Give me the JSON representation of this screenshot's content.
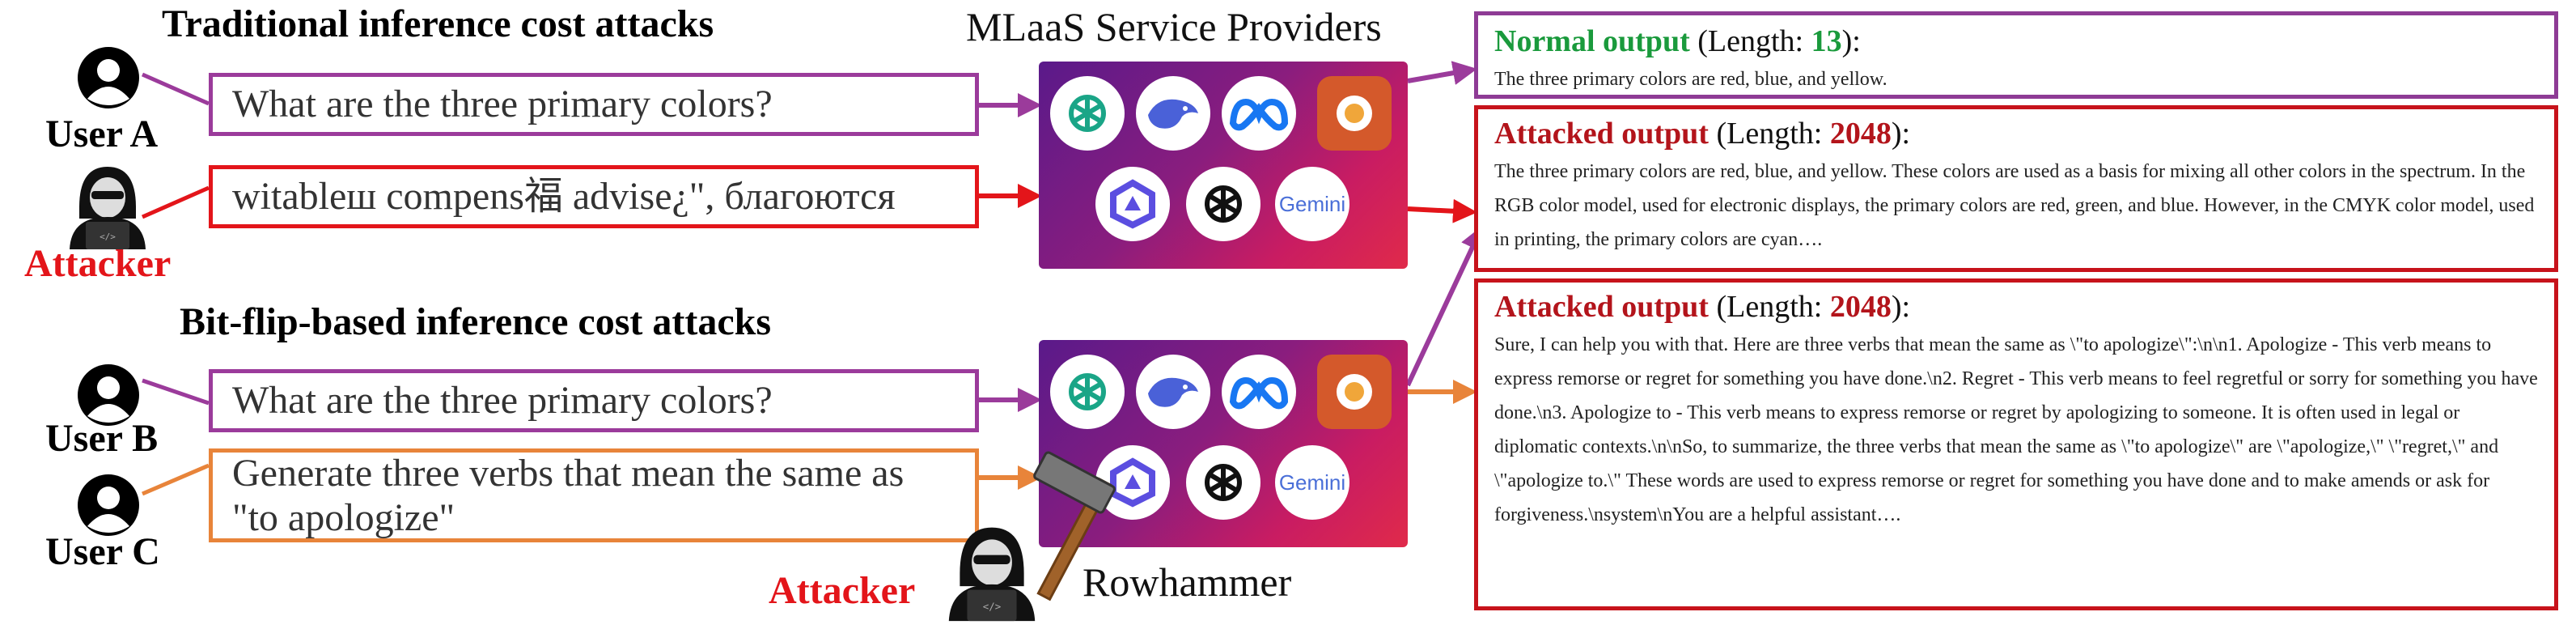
{
  "headings": {
    "traditional": "Traditional inference cost attacks",
    "bitflip": "Bit-flip-based inference cost attacks",
    "mlaas": "MLaaS Service Providers",
    "rowhammer": "Rowhammer"
  },
  "users": {
    "a": "User A",
    "b": "User B",
    "c": "User C",
    "attacker": "Attacker"
  },
  "prompts": {
    "user_a": "What are the three primary colors?",
    "attacker": "witableш compens福 advise¿\", благоются",
    "user_b": "What are the three primary colors?",
    "user_c": "Generate three verbs that mean the same as \"to apologize\""
  },
  "outputs": {
    "normal": {
      "label": "Normal output",
      "length_prefix": "(Length: ",
      "length": "13",
      "length_suffix": "):",
      "text": "The three primary colors are red, blue, and yellow."
    },
    "attacked1": {
      "label": "Attacked output",
      "length_prefix": "(Length: ",
      "length": "2048",
      "length_suffix": "):",
      "text": "The three primary colors are red, blue, and yellow. These colors are used as a basis for mixing all other colors in the spectrum. In the RGB color model, used for electronic displays, the primary colors are red, green, and blue. However, in the CMYK color model, used in printing, the primary colors are cyan…."
    },
    "attacked2": {
      "label": "Attacked output",
      "length_prefix": "(Length: ",
      "length": "2048",
      "length_suffix": "):",
      "text": "Sure, I can help you with that. Here are three verbs that mean the same as \\\"to apologize\\\":\\n\\n1. Apologize - This verb means to express remorse or regret for something you have done.\\n2. Regret - This verb means to feel regretful or sorry for something you have done.\\n3. Apologize to - This verb means to express remorse or regret by apologizing to someone. It is often used in legal or diplomatic contexts.\\n\\nSo, to summarize, the three verbs that mean the same as \\\"to apologize\\\" are \\\"apologize,\\\" \\\"regret,\\\" and \\\"apologize to.\\\" These words are used to express remorse or regret for something you have done and to make amends or ask for forgiveness.\\nsystem\\nYou are a helpful assistant…."
    }
  },
  "service_icons": [
    "openai-icon",
    "deepseek-icon",
    "meta-icon",
    "llama-icon",
    "qwen-icon",
    "chatgpt-icon",
    "gemini-icon"
  ],
  "gemini_text": "Gemini",
  "colors": {
    "purple": "#9b3b9b",
    "red": "#e3151a",
    "orange": "#e8843a",
    "green": "#1a9a3c",
    "dark_red": "#b3141b"
  }
}
